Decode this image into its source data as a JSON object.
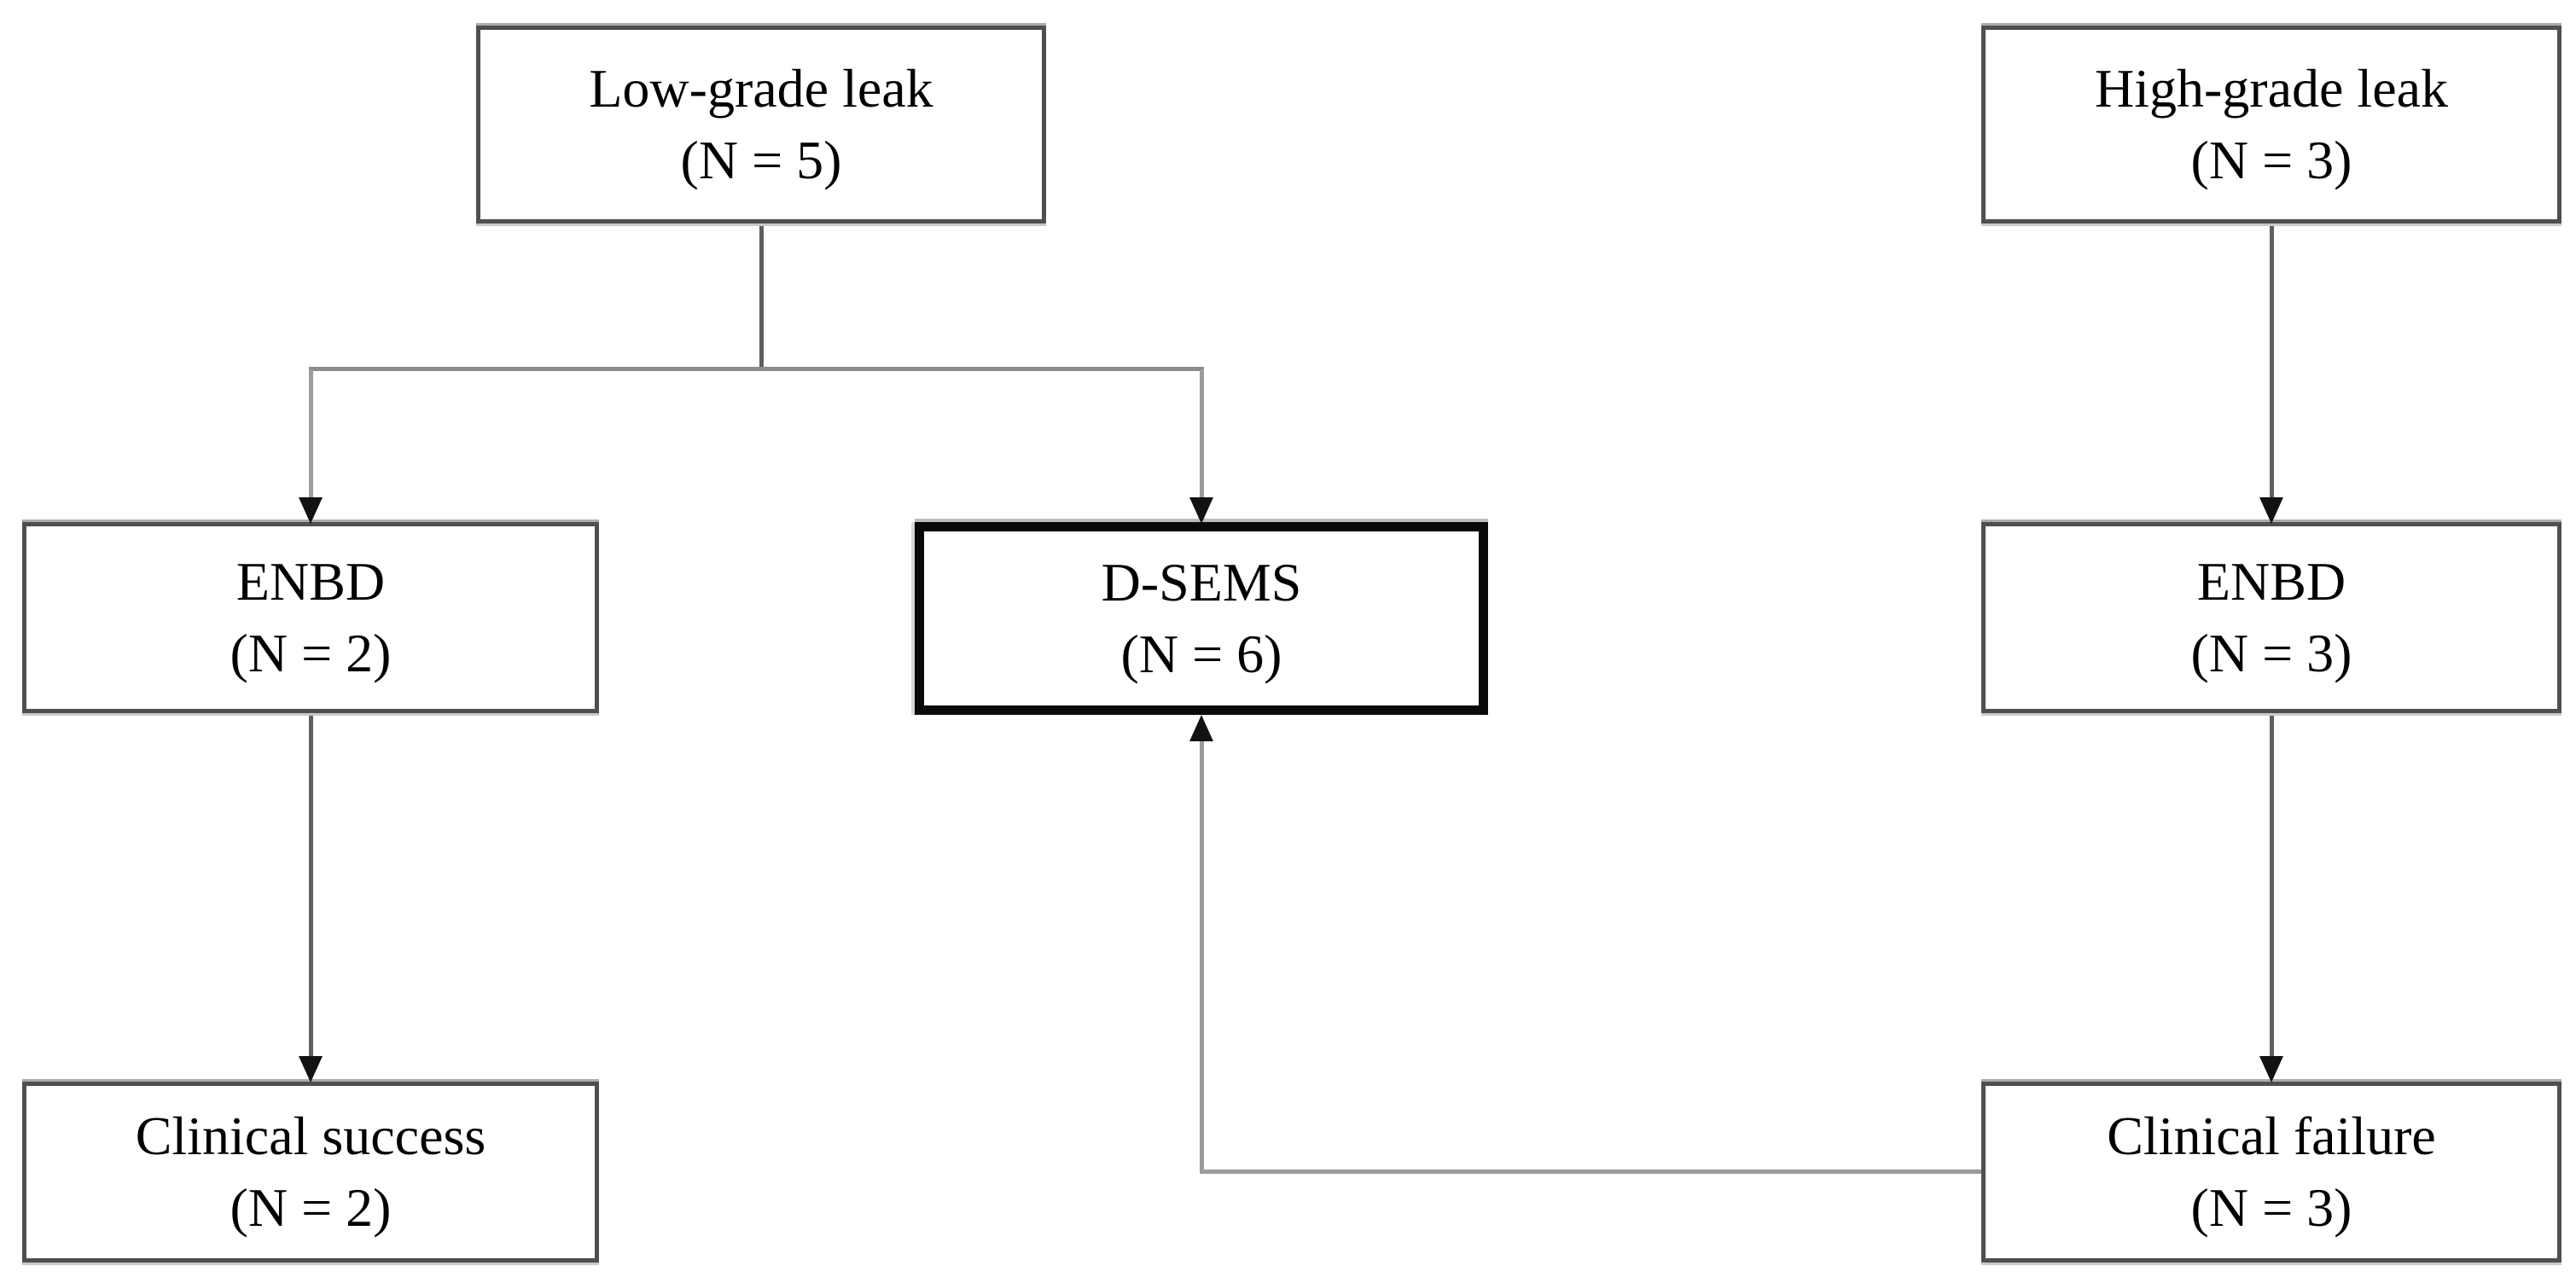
{
  "diagram": {
    "type": "flowchart",
    "nodes": {
      "low_grade_leak": {
        "line1": "Low-grade leak",
        "line2": "(N = 5)"
      },
      "high_grade_leak": {
        "line1": "High-grade leak",
        "line2": "(N = 3)"
      },
      "enbd_low": {
        "line1": "ENBD",
        "line2": "(N = 2)"
      },
      "d_sems": {
        "line1": "D-SEMS",
        "line2": "(N = 6)"
      },
      "enbd_high": {
        "line1": "ENBD",
        "line2": "(N = 3)"
      },
      "clinical_success": {
        "line1": "Clinical success",
        "line2": "(N = 2)"
      },
      "clinical_failure": {
        "line1": "Clinical failure",
        "line2": "(N = 3)"
      }
    },
    "edges": [
      {
        "from": "Low-grade leak (N = 5)",
        "to": "ENBD (N = 2)"
      },
      {
        "from": "Low-grade leak (N = 5)",
        "to": "D-SEMS (N = 6)"
      },
      {
        "from": "High-grade leak (N = 3)",
        "to": "ENBD (N = 3)"
      },
      {
        "from": "ENBD (N = 2)",
        "to": "Clinical success (N = 2)"
      },
      {
        "from": "ENBD (N = 3)",
        "to": "Clinical failure (N = 3)"
      },
      {
        "from": "Clinical failure (N = 3)",
        "to": "D-SEMS (N = 6)"
      }
    ],
    "emphasized_node": "d_sems",
    "colors": {
      "background": "#ffffff",
      "text": "#000000",
      "box_border": "#4f4f4f",
      "emphasis_border": "#0a0a0a",
      "connector": "#8c8c8c",
      "connector_dark": "#5f5f5f",
      "arrowhead": "#121212"
    }
  }
}
